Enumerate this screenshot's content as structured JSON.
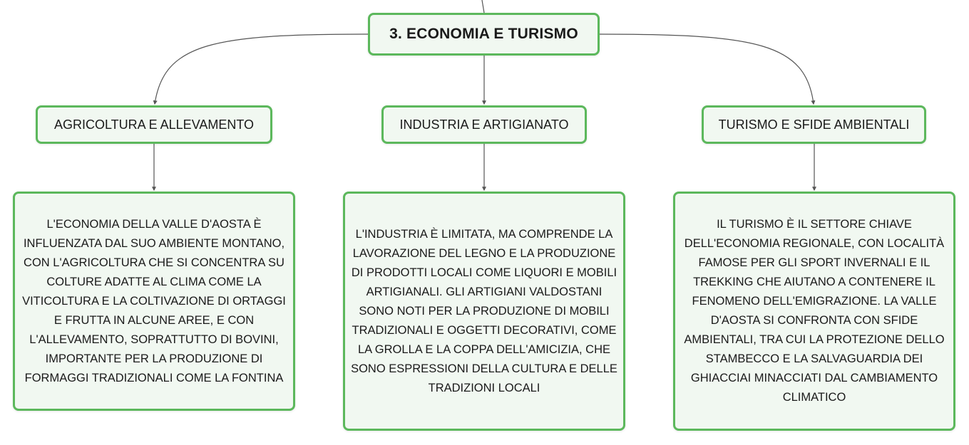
{
  "colors": {
    "border": "#5cb85c",
    "fill": "#f1f8f1",
    "line": "#555555"
  },
  "root": {
    "label": "3. ECONOMIA E TURISMO"
  },
  "branches": [
    {
      "label": "AGRICOLTURA E ALLEVAMENTO",
      "detail": "L'ECONOMIA DELLA VALLE D'AOSTA È INFLUENZATA DAL SUO AMBIENTE MONTANO, CON L'AGRICOLTURA CHE SI CONCENTRA SU COLTURE ADATTE AL CLIMA COME LA VITICOLTURA E LA COLTIVAZIONE DI ORTAGGI E FRUTTA IN ALCUNE AREE, E CON L'ALLEVAMENTO, SOPRATTUTTO DI BOVINI, IMPORTANTE PER LA PRODUZIONE DI FORMAGGI TRADIZIONALI COME LA FONTINA"
    },
    {
      "label": "INDUSTRIA E ARTIGIANATO",
      "detail": "L'INDUSTRIA È LIMITATA, MA COMPRENDE LA LAVORAZIONE DEL LEGNO E LA PRODUZIONE DI PRODOTTI LOCALI COME LIQUORI E MOBILI ARTIGIANALI. GLI ARTIGIANI VALDOSTANI SONO NOTI PER LA PRODUZIONE DI MOBILI TRADIZIONALI E OGGETTI DECORATIVI, COME LA GROLLA E LA COPPA DELL'AMICIZIA, CHE SONO ESPRESSIONI DELLA CULTURA E DELLE TRADIZIONI LOCALI"
    },
    {
      "label": "TURISMO E SFIDE AMBIENTALI",
      "detail": "IL TURISMO È IL SETTORE CHIAVE DELL'ECONOMIA REGIONALE, CON LOCALITÀ FAMOSE PER GLI SPORT INVERNALI E IL TREKKING CHE AIUTANO A CONTENERE IL FENOMENO DELL'EMIGRAZIONE. LA VALLE D'AOSTA SI CONFRONTA CON SFIDE AMBIENTALI, TRA CUI LA PROTEZIONE DELLO STAMBECCO E LA SALVAGUARDIA DEI GHIACCIAI MINACCIATI DAL CAMBIAMENTO CLIMATICO"
    }
  ]
}
